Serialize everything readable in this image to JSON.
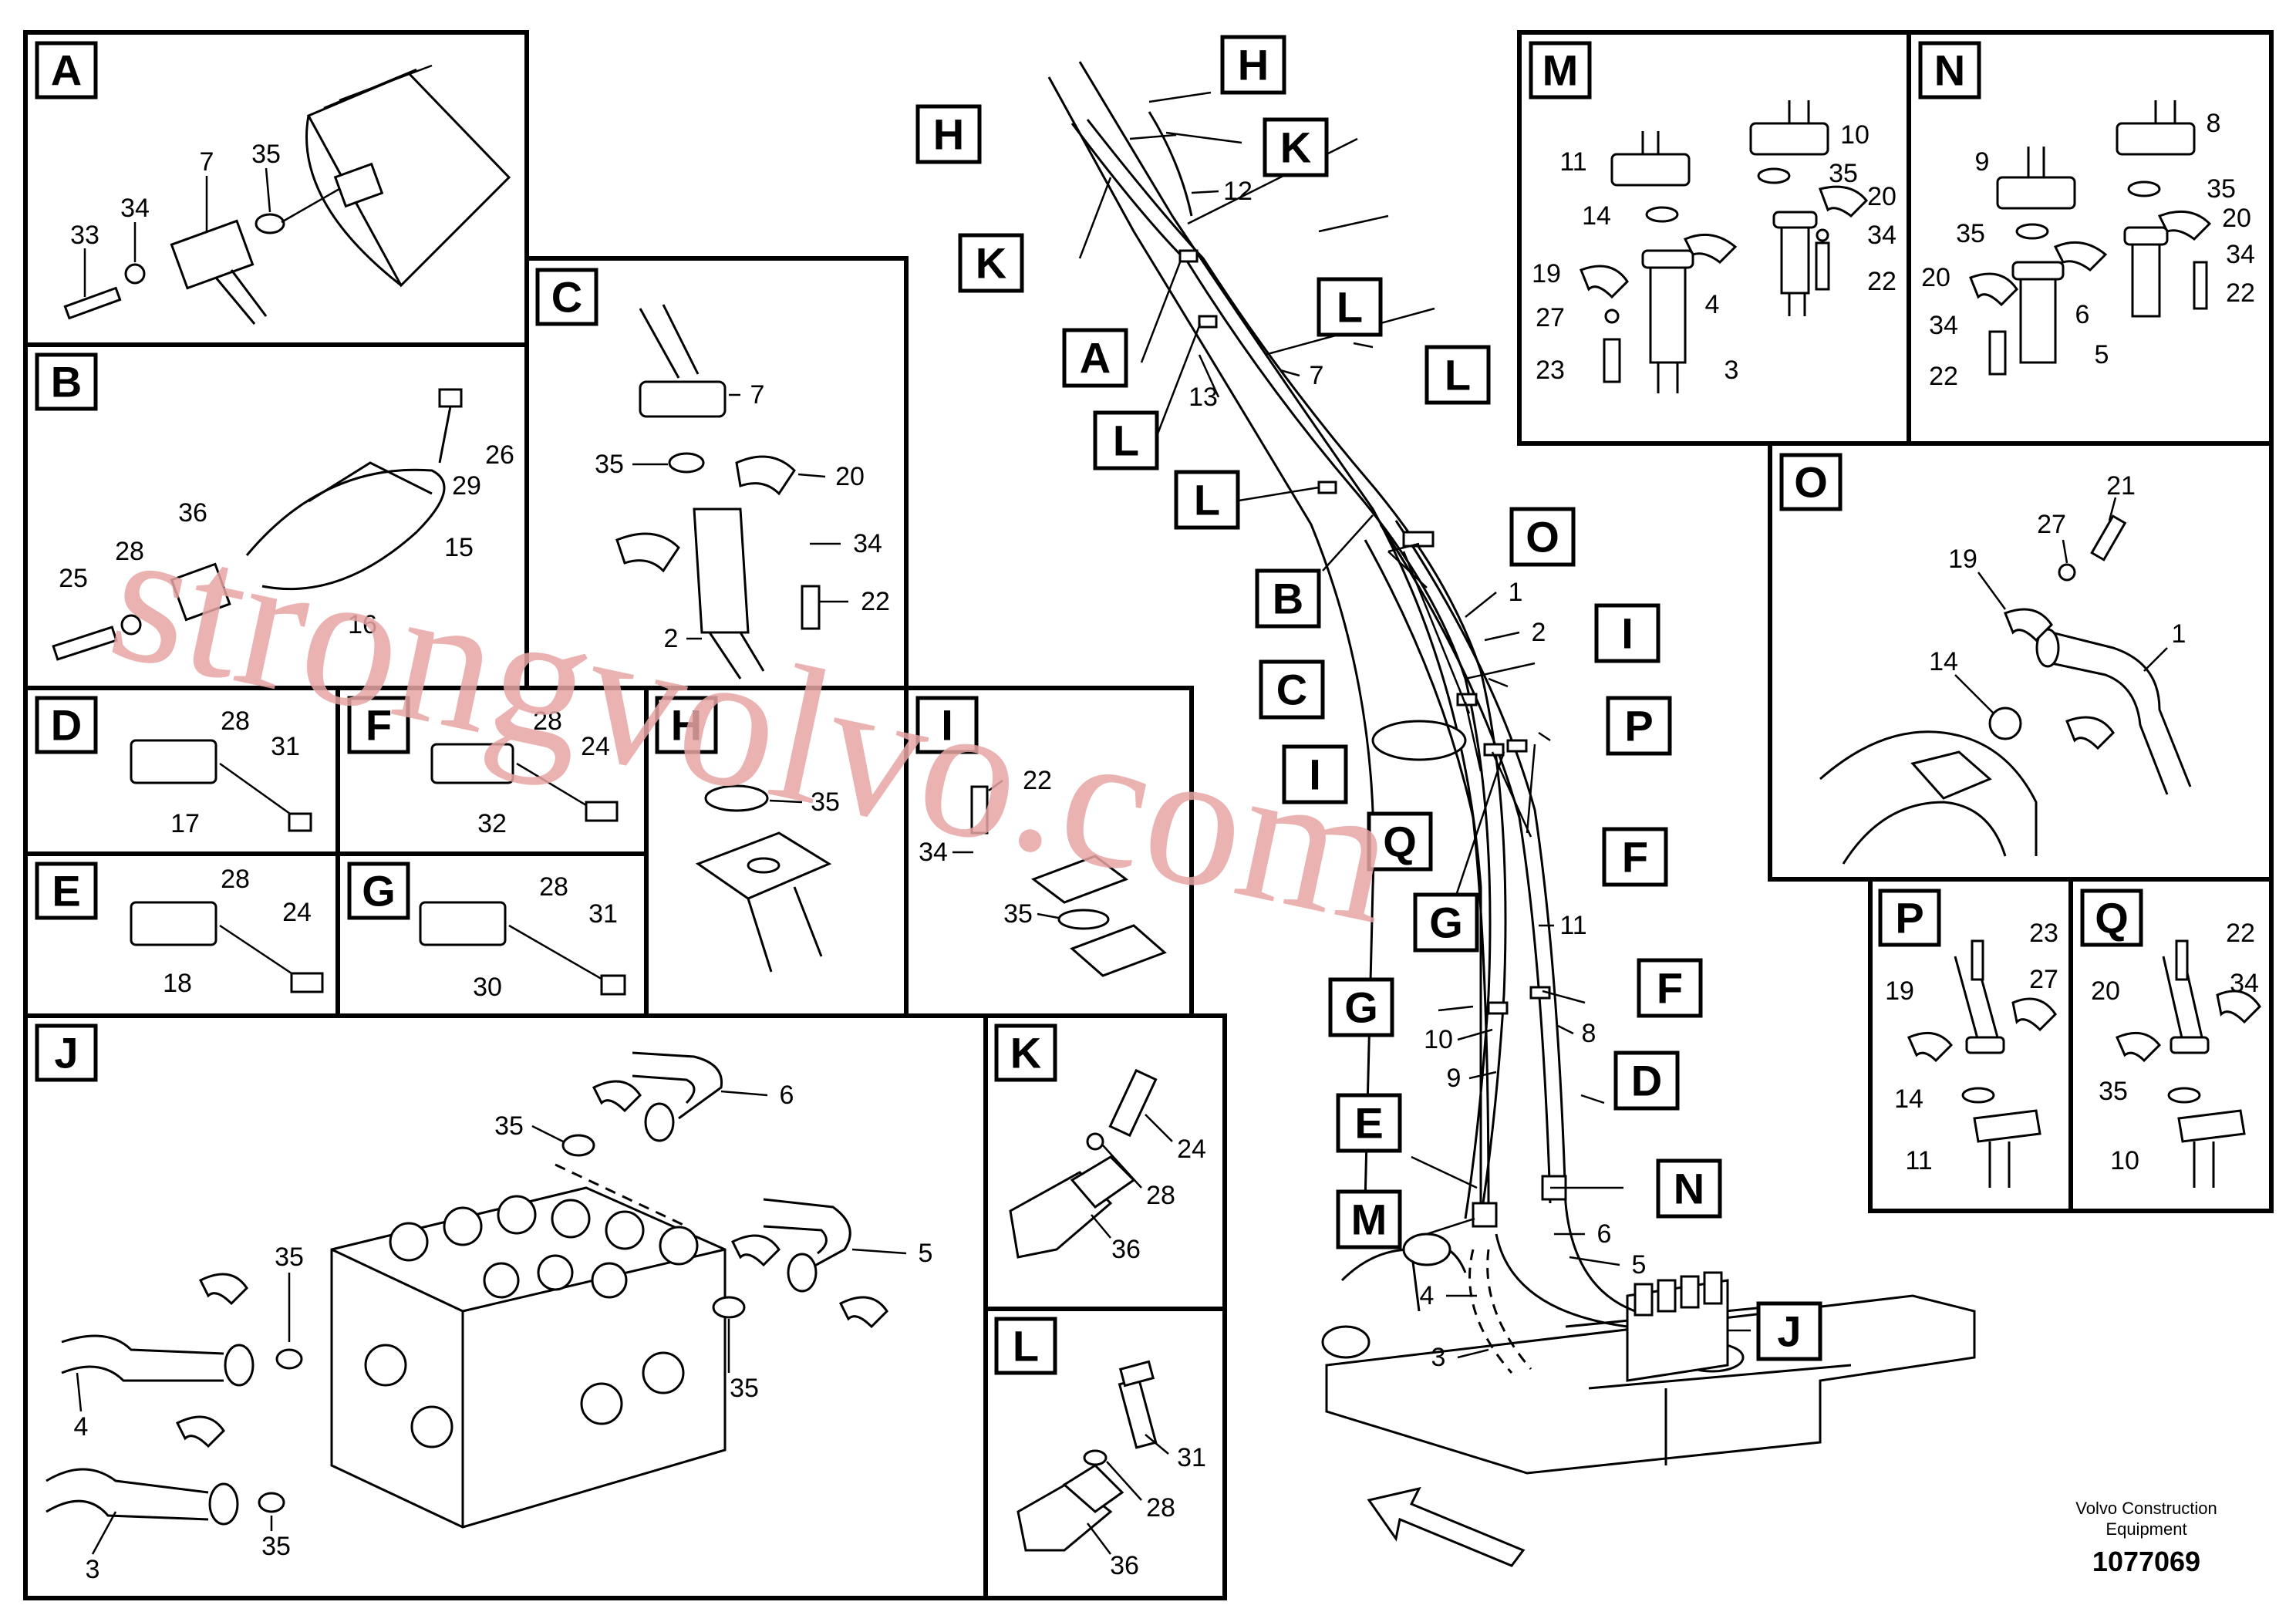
{
  "panels": {
    "A": {
      "tag": "A",
      "labels": [
        "7",
        "35",
        "33",
        "34"
      ]
    },
    "B": {
      "tag": "B",
      "labels": [
        "26",
        "29",
        "15",
        "36",
        "28",
        "25",
        "16"
      ]
    },
    "C": {
      "tag": "C",
      "labels": [
        "7",
        "35",
        "20",
        "34",
        "22",
        "2"
      ]
    },
    "D": {
      "tag": "D",
      "labels": [
        "28",
        "31",
        "17"
      ]
    },
    "F": {
      "tag": "F",
      "labels": [
        "28",
        "24",
        "32"
      ]
    },
    "E": {
      "tag": "E",
      "labels": [
        "28",
        "24",
        "18"
      ]
    },
    "G": {
      "tag": "G",
      "labels": [
        "28",
        "31",
        "30"
      ]
    },
    "H": {
      "tag": "H",
      "labels": [
        "35"
      ]
    },
    "I": {
      "tag": "I",
      "labels": [
        "22",
        "34",
        "35"
      ]
    },
    "J": {
      "tag": "J",
      "labels": [
        "6",
        "35",
        "35",
        "5",
        "35",
        "4",
        "35",
        "3"
      ]
    },
    "K": {
      "tag": "K",
      "labels": [
        "24",
        "28",
        "36"
      ]
    },
    "L": {
      "tag": "L",
      "labels": [
        "31",
        "28",
        "36"
      ]
    },
    "M": {
      "tag": "M",
      "labels": [
        "10",
        "11",
        "35",
        "20",
        "14",
        "34",
        "19",
        "22",
        "4",
        "27",
        "23",
        "3"
      ]
    },
    "N": {
      "tag": "N",
      "labels": [
        "8",
        "9",
        "35",
        "20",
        "35",
        "34",
        "20",
        "22",
        "6",
        "34",
        "5",
        "22"
      ]
    },
    "O": {
      "tag": "O",
      "labels": [
        "21",
        "27",
        "19",
        "1",
        "14"
      ]
    },
    "P": {
      "tag": "P",
      "labels": [
        "23",
        "19",
        "27",
        "14",
        "11"
      ]
    },
    "Q": {
      "tag": "Q",
      "labels": [
        "22",
        "20",
        "34",
        "35",
        "10"
      ]
    }
  },
  "main": {
    "tags": [
      "H",
      "H",
      "K",
      "K",
      "A",
      "L",
      "L",
      "L",
      "L",
      "B",
      "O",
      "C",
      "I",
      "I",
      "P",
      "Q",
      "F",
      "G",
      "F",
      "G",
      "D",
      "E",
      "N",
      "M",
      "J"
    ],
    "labels": [
      "12",
      "13",
      "7",
      "1",
      "2",
      "11",
      "8",
      "10",
      "9",
      "6",
      "5",
      "4",
      "3"
    ]
  },
  "watermark": "strongvolvo.com",
  "footer": {
    "company_line1": "Volvo Construction",
    "company_line2": "Equipment",
    "ref_number": "1077069"
  }
}
